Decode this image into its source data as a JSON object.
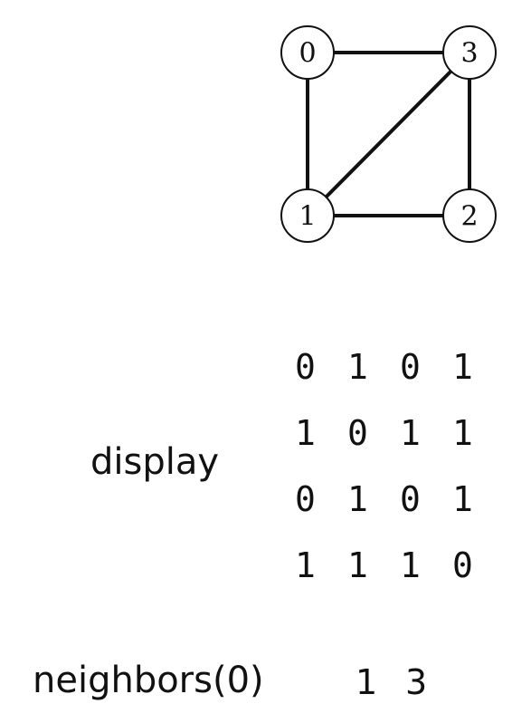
{
  "graph": {
    "nodes": [
      {
        "id": "0",
        "label": "0"
      },
      {
        "id": "1",
        "label": "1"
      },
      {
        "id": "2",
        "label": "2"
      },
      {
        "id": "3",
        "label": "3"
      }
    ],
    "edges": [
      [
        "0",
        "3"
      ],
      [
        "0",
        "1"
      ],
      [
        "1",
        "3"
      ],
      [
        "1",
        "2"
      ],
      [
        "3",
        "2"
      ]
    ]
  },
  "display": {
    "label": "display",
    "matrix": [
      [
        "0",
        "1",
        "0",
        "1"
      ],
      [
        "1",
        "0",
        "1",
        "1"
      ],
      [
        "0",
        "1",
        "0",
        "1"
      ],
      [
        "1",
        "1",
        "1",
        "0"
      ]
    ]
  },
  "neighbors": {
    "label": "neighbors(0)",
    "values": [
      "1",
      "3"
    ]
  }
}
